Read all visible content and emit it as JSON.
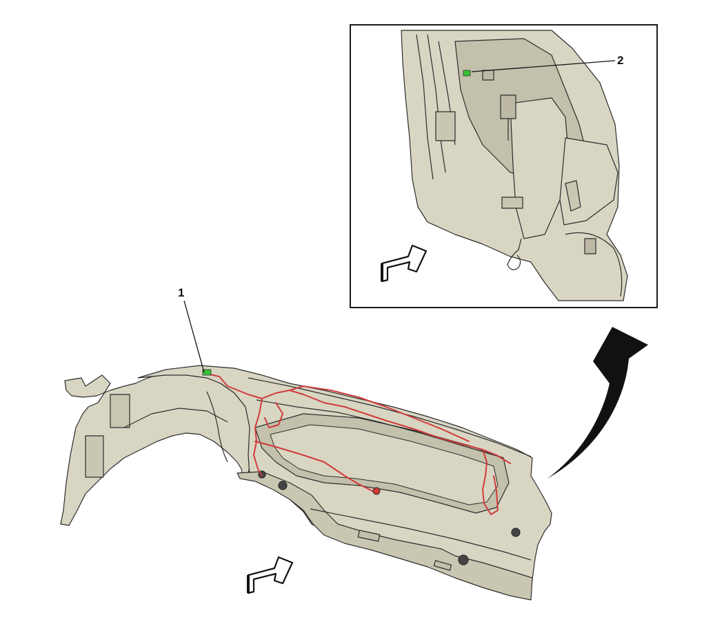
{
  "callouts": [
    {
      "id": "1",
      "text": "1"
    },
    {
      "id": "2",
      "text": "2"
    }
  ],
  "colors": {
    "panel_fill": "#d8d5c3",
    "panel_shadow": "#bdb9a5",
    "outline": "#2b2b2b",
    "harness_wire": "#d23a3a",
    "highlight_connector": "#38c038",
    "inset_border": "#1a1a1a",
    "view_arrow": "#111111"
  },
  "icons": [
    "view-direction-arrow-icon",
    "curved-navigation-arrow-icon"
  ]
}
